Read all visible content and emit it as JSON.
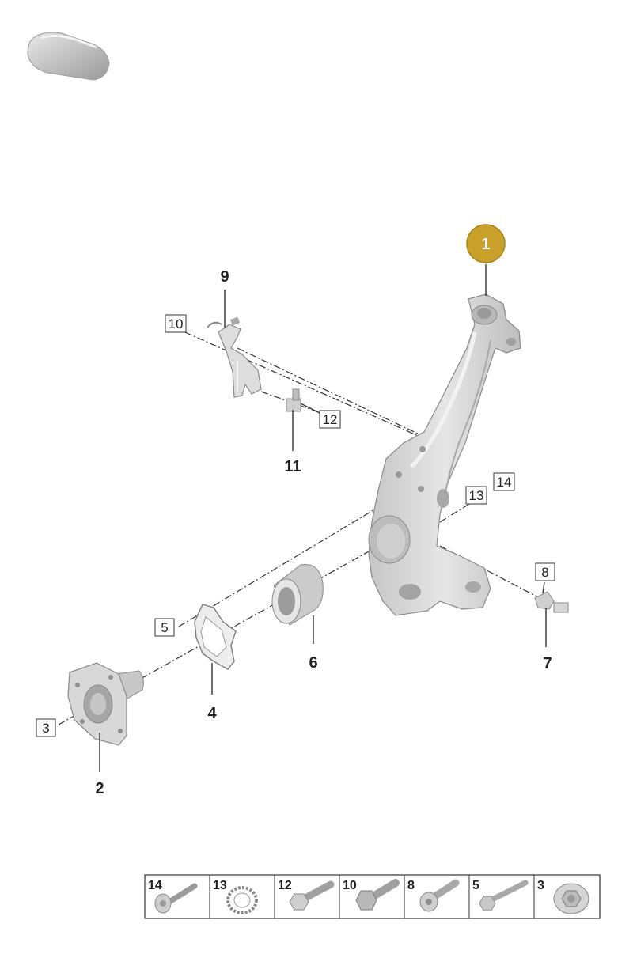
{
  "callouts": {
    "main": "1",
    "p2": "2",
    "p3": "3",
    "p4": "4",
    "p5": "5",
    "p6": "6",
    "p7": "7",
    "p8": "8",
    "p9": "9",
    "p10": "10",
    "p11": "11",
    "p12": "12",
    "p13": "13",
    "p14": "14"
  },
  "legend": [
    "14",
    "13",
    "12",
    "10",
    "8",
    "5",
    "3"
  ],
  "colors": {
    "highlight": "#c9a02a",
    "part": "#d4d4d4",
    "line": "#333333"
  },
  "icons": {
    "car": "car-silhouette-icon"
  }
}
